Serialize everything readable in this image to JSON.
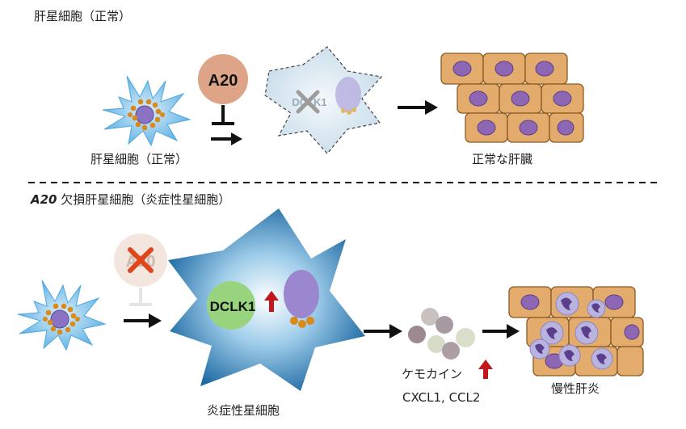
{
  "top_section": {
    "title": "肝星細胞（正常）",
    "cell_label": "肝星細胞（正常）",
    "a20_label": "A20",
    "blocked_label": "DCLK1",
    "liver_label": "正常な肝臓"
  },
  "bottom_section": {
    "title_bold": "A20",
    "title_rest": " 欠損肝星細胞（炎症性星細胞）",
    "blocked_a20_label": "A20",
    "dclk1_label": "DCLK1",
    "activated_cell_label": "炎症性星細胞",
    "chemokine_label": "ケモカイン",
    "chemokine_names": "CXCL1, CCL2",
    "hepatitis_label": "慢性肝炎"
  },
  "colors": {
    "stellate_blue": "#5ab4e6",
    "nucleus_purple": "#8a72c4",
    "granule_orange": "#d98a18",
    "a20_fill": "#dea488",
    "hepatocyte_fill": "#e4ac6c",
    "hepatocyte_nucleus": "#8e67b4",
    "dclk1_green": "#98d47e",
    "up_arrow_red": "#c3151c",
    "x_red": "#e0461c"
  }
}
